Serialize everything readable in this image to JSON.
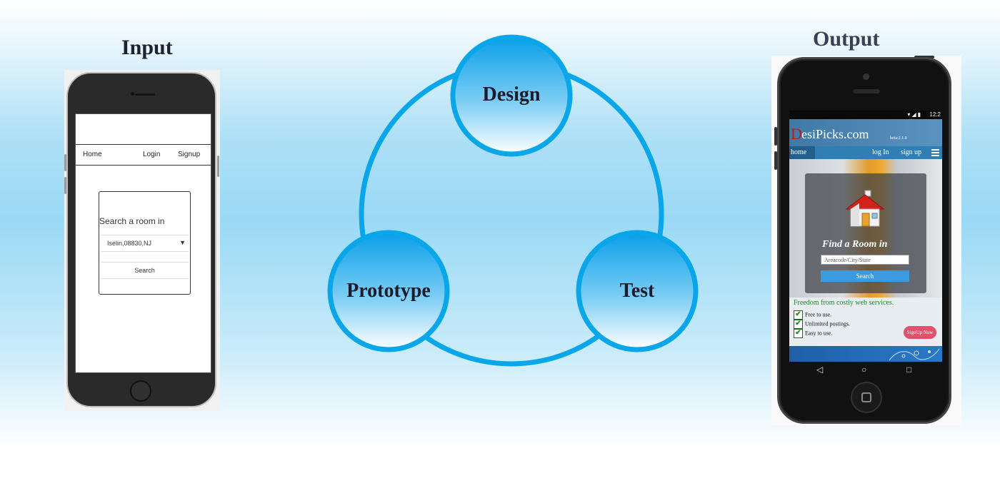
{
  "headings": {
    "input": "Input",
    "output": "Output"
  },
  "cycle": {
    "nodes": [
      {
        "id": "design",
        "label": "Design"
      },
      {
        "id": "test",
        "label": "Test"
      },
      {
        "id": "prototype",
        "label": "Prototype"
      }
    ],
    "colors": {
      "ring": "#0aa6ea",
      "node_top": "#0a9fe8",
      "node_bottom": "#ffffff"
    }
  },
  "input_phone": {
    "nav": {
      "home": "Home",
      "login": "Login",
      "signup": "Signup"
    },
    "card": {
      "label": "Search a room in",
      "select_value": "Iselin,08830,NJ",
      "select_arrow": "▼",
      "button": "Search"
    }
  },
  "output_phone": {
    "status": {
      "icons": "▾◢▮",
      "time": "12:2"
    },
    "brand": {
      "first_letter": "D",
      "rest": "esiPicks.com",
      "beta": "beta:2.1.0",
      "first_letter_color": "#c8151b"
    },
    "nav": {
      "home": "home",
      "login": "log In",
      "signup": "sign up"
    },
    "hero": {
      "title": "Find a Room in",
      "input_placeholder": "Areacode/City/State",
      "button": "Search"
    },
    "freedom": {
      "title": "Freedom from costly web services.",
      "items": [
        "Free to use.",
        "Unlimited postings.",
        "Easy to use."
      ],
      "check_mark": "✔",
      "signup_button": "SignUp Now"
    },
    "android_nav": {
      "back": "◁",
      "home": "○",
      "recent": "□"
    }
  }
}
